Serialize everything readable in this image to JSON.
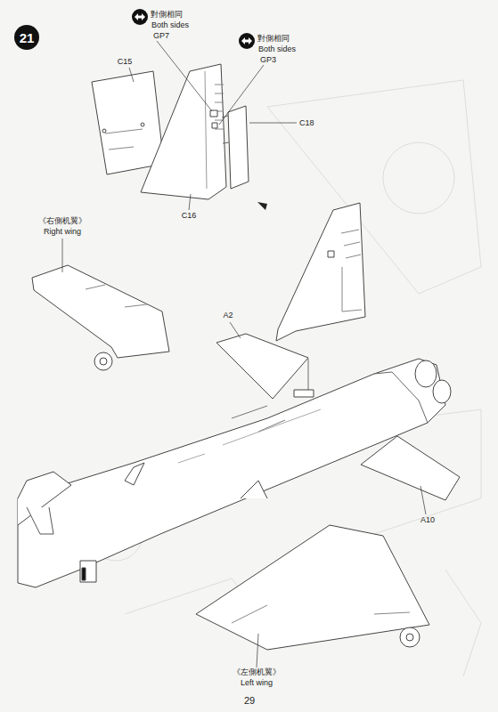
{
  "diagram": {
    "nodes": [
      {
        "text": [
          "21"
        ]
      }
    ],
    "labels": [
      "對側相同",
      "Both sides",
      "GP7",
      "對側相同",
      "Both sides",
      "GP3",
      "C15",
      "C18",
      "C16",
      "《右側机翼》",
      "Right wing",
      "A2",
      "A10",
      "《左側机翼》",
      "Left wing",
      "29"
    ]
  }
}
